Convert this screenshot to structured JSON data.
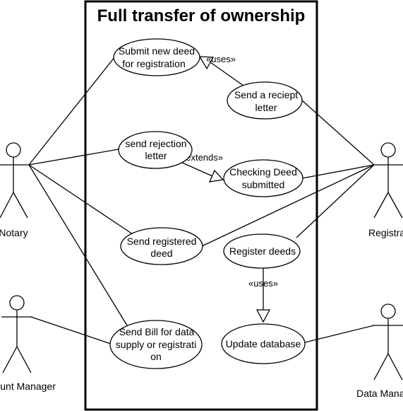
{
  "diagram": {
    "title": "Full transfer of ownership",
    "actors": {
      "notary": "Notary",
      "registrar": "Registrar",
      "account_manager": "Account Manager",
      "data_manager": "Data Manager"
    },
    "use_cases": {
      "submit_deed": [
        "Submit new deed",
        "for registration"
      ],
      "send_receipt": [
        "Send a reciept",
        "letter"
      ],
      "send_rejection": [
        "send rejection",
        "letter"
      ],
      "checking_deed": [
        "Checking Deed",
        "submitted"
      ],
      "send_registered": [
        "Send registered",
        "deed"
      ],
      "register_deeds": [
        "Register deeds"
      ],
      "send_bill": [
        "Send Bill for data",
        "supply or registrati",
        "on"
      ],
      "update_database": [
        "Update database"
      ]
    },
    "relations": {
      "uses_receipt": "«uses»",
      "extends_checking": "«extends»",
      "uses_update": "«uses»"
    }
  }
}
